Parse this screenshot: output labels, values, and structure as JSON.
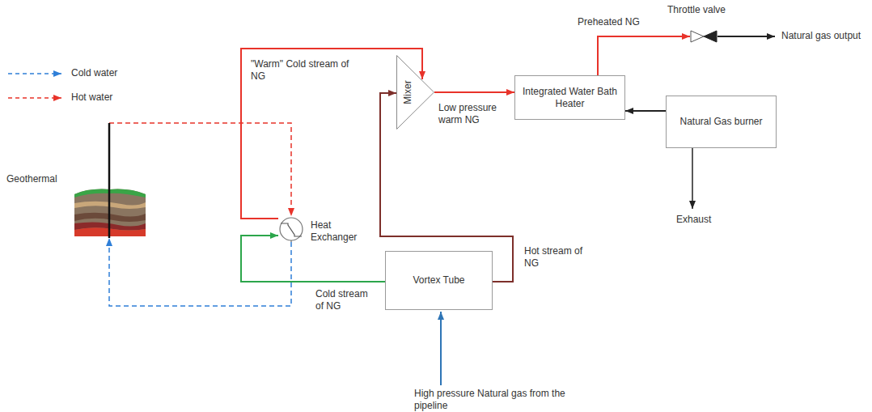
{
  "diagram": {
    "nodes": [
      {
        "text": [
          "Geothermal"
        ]
      },
      {
        "text": [
          "Heat Exchanger"
        ]
      },
      {
        "text": [
          "Mixer"
        ]
      },
      {
        "text": [
          "Integrated Water Bath Heater"
        ]
      },
      {
        "text": [
          "Throttle valve"
        ]
      },
      {
        "text": [
          "Natural Gas burner"
        ]
      },
      {
        "text": [
          "Vortex Tube"
        ]
      }
    ],
    "edges": [
      {
        "from": 0,
        "to": 1,
        "arrow": "to"
      },
      {
        "from": 1,
        "to": 0,
        "arrow": "to"
      },
      {
        "from": 6,
        "to": 1,
        "label": "Cold stream of NG",
        "arrow": "to"
      },
      {
        "from": 1,
        "to": 2,
        "label": "\"Warm\" Cold stream of NG",
        "arrow": "to"
      },
      {
        "from": 6,
        "to": 2,
        "label": "Hot stream of NG",
        "arrow": "to"
      },
      {
        "from": 2,
        "to": 3,
        "label": "Low pressure warm NG",
        "arrow": "to"
      },
      {
        "from": 3,
        "to": 4,
        "label": "Preheated NG",
        "arrow": "to"
      },
      {
        "from": 5,
        "to": 3,
        "arrow": "to"
      }
    ],
    "labels": [
      "Natural gas output",
      "Exhaust",
      "High pressure Natural gas from the pipeline"
    ],
    "legend": [
      {
        "text": "Cold water"
      },
      {
        "text": "Hot water"
      }
    ]
  }
}
